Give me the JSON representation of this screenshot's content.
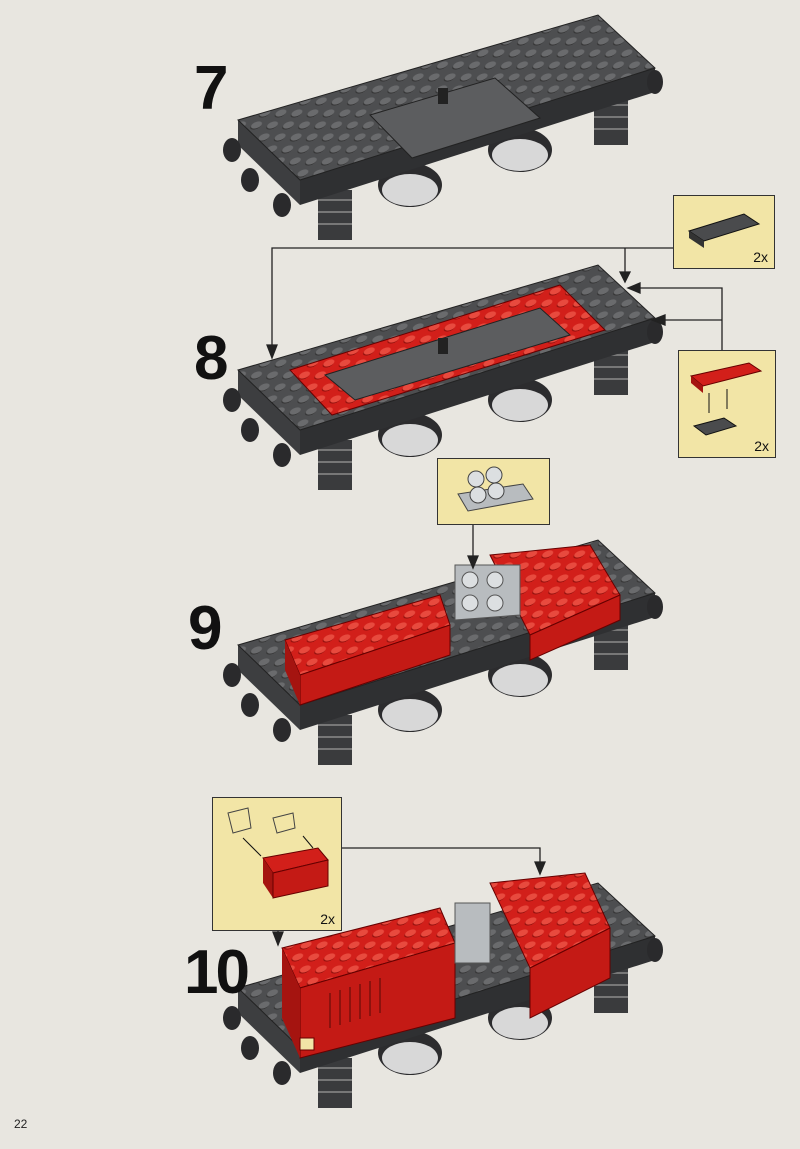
{
  "steps": [
    {
      "number": "7"
    },
    {
      "number": "8",
      "callouts": [
        {
          "qty": "2x"
        },
        {
          "qty": "2x"
        }
      ]
    },
    {
      "number": "9"
    },
    {
      "number": "10",
      "callouts": [
        {
          "qty": "2x"
        }
      ]
    }
  ],
  "page_number": "22",
  "colors": {
    "dark_gray": "#4a4b4d",
    "red": "#d21f1a",
    "light_gray": "#b8bcbf",
    "callout_bg": "#f2e5a6"
  }
}
